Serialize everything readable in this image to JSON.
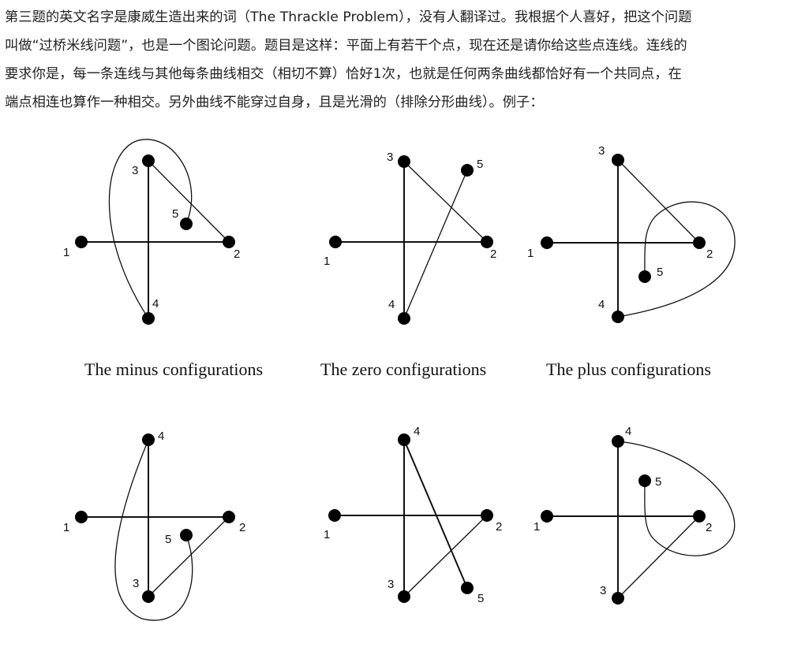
{
  "intro_lines": [
    "第三题的英文名字是康威生造出来的词（The Thrackle Problem），没有人翻译过。我根据个人喜好，把这个问题",
    "叫做“过桥米线问题”，也是一个图论问题。题目是这样：平面上有若干个点，现在还是请你给这些点连线。连线的",
    "要求你是，每一条连线与其他每条曲线相交（相切不算）恰好1次，也就是任何两条曲线都恰好有一个共同点，在",
    "端点相连也算作一种相交。另外曲线不能穿过自身，且是光滑的（排除分形曲线）。例子："
  ],
  "captions": {
    "minus": "The minus configurations",
    "zero": "The zero configurations",
    "plus": "The plus configurations"
  },
  "node_labels": [
    "1",
    "2",
    "3",
    "4",
    "5"
  ],
  "colors": {
    "text": "#222222",
    "line": "#111111",
    "node": "#000000"
  }
}
